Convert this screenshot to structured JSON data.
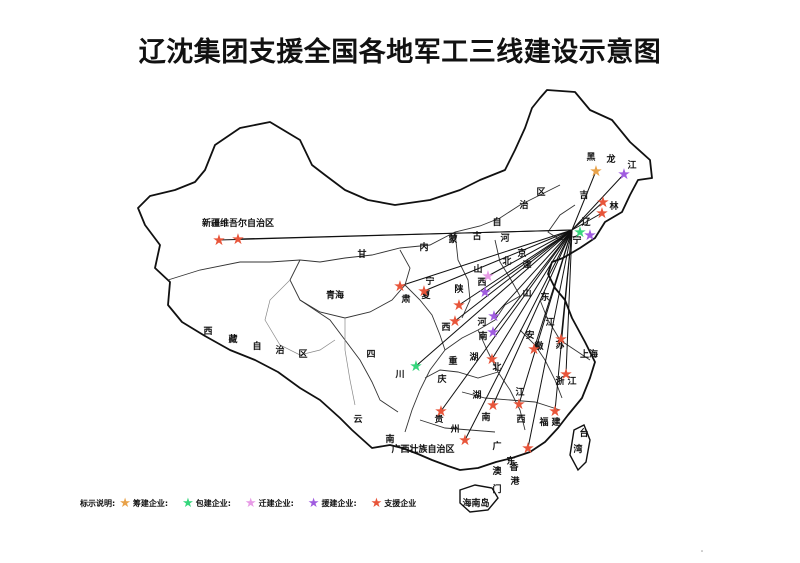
{
  "title": "辽沈集团支援全国各地军工三线建设示意图",
  "colors": {
    "orange": "#e8a24a",
    "green": "#36d67c",
    "pink": "#e79be6",
    "purple": "#a05ce0",
    "red": "#e8553a"
  },
  "legend": {
    "prefix": "标示说明:",
    "items": [
      {
        "label": "筹建企业",
        "color": "#e8a24a"
      },
      {
        "label": "包建企业",
        "color": "#36d67c"
      },
      {
        "label": "迁建企业",
        "color": "#e79be6"
      },
      {
        "label": "援建企业",
        "color": "#a05ce0"
      },
      {
        "label": "支援企业",
        "color": "#e8553a"
      }
    ]
  },
  "labels": [
    {
      "id": "heilongjiang-hei",
      "text": "黑"
    },
    {
      "id": "heilongjiang-long",
      "text": "龙"
    },
    {
      "id": "heilongjiang-jiang",
      "text": "江"
    },
    {
      "id": "jilin-ji",
      "text": "吉"
    },
    {
      "id": "jilin-lin",
      "text": "林"
    },
    {
      "id": "liaoning-liao",
      "text": "辽"
    },
    {
      "id": "liaoning-ning",
      "text": "宁"
    },
    {
      "id": "neimenggu-nei",
      "text": "内"
    },
    {
      "id": "neimenggu-meng",
      "text": "蒙"
    },
    {
      "id": "neimenggu-gu",
      "text": "古"
    },
    {
      "id": "neimenggu-zi",
      "text": "自"
    },
    {
      "id": "neimenggu-zhi",
      "text": "治"
    },
    {
      "id": "neimenggu-qu",
      "text": "区"
    },
    {
      "id": "xinjiang",
      "text": "新疆维吾尔自治区"
    },
    {
      "id": "gansu-gan",
      "text": "甘"
    },
    {
      "id": "gansu-su",
      "text": "肃"
    },
    {
      "id": "qinghai",
      "text": "青海"
    },
    {
      "id": "ningxia-ning",
      "text": "宁"
    },
    {
      "id": "ningxia-xia",
      "text": "夏"
    },
    {
      "id": "xizang-xi",
      "text": "西"
    },
    {
      "id": "xizang-zang",
      "text": "藏"
    },
    {
      "id": "xizang-zi",
      "text": "自"
    },
    {
      "id": "xizang-zhi",
      "text": "治"
    },
    {
      "id": "xizang-qu",
      "text": "区"
    },
    {
      "id": "sichuan-si",
      "text": "四"
    },
    {
      "id": "sichuan-chuan",
      "text": "川"
    },
    {
      "id": "yunnan-yun",
      "text": "云"
    },
    {
      "id": "yunnan-nan",
      "text": "南"
    },
    {
      "id": "shaanxi-shan",
      "text": "陕"
    },
    {
      "id": "shaanxi-xi",
      "text": "西"
    },
    {
      "id": "shanxi-shan",
      "text": "山"
    },
    {
      "id": "shanxi-xi",
      "text": "西"
    },
    {
      "id": "hebei-he",
      "text": "河"
    },
    {
      "id": "hebei-bei",
      "text": "北"
    },
    {
      "id": "beijing",
      "text": "京"
    },
    {
      "id": "tianjin",
      "text": "津"
    },
    {
      "id": "shandong-shan",
      "text": "山"
    },
    {
      "id": "shandong-dong",
      "text": "东"
    },
    {
      "id": "henan-he",
      "text": "河"
    },
    {
      "id": "henan-nan",
      "text": "南"
    },
    {
      "id": "hubei-hu",
      "text": "湖"
    },
    {
      "id": "hubei-bei",
      "text": "北"
    },
    {
      "id": "chongqing-chong",
      "text": "重"
    },
    {
      "id": "chongqing-qing",
      "text": "庆"
    },
    {
      "id": "guizhou-gui",
      "text": "贵"
    },
    {
      "id": "guizhou-zhou",
      "text": "州"
    },
    {
      "id": "hunan-hu",
      "text": "湖"
    },
    {
      "id": "hunan-nan",
      "text": "南"
    },
    {
      "id": "anhui-an",
      "text": "安"
    },
    {
      "id": "anhui-hui",
      "text": "徽"
    },
    {
      "id": "jiangsu-jiang",
      "text": "江"
    },
    {
      "id": "jiangsu-su",
      "text": "苏"
    },
    {
      "id": "shanghai",
      "text": "上海"
    },
    {
      "id": "zhejiang-zhe",
      "text": "浙"
    },
    {
      "id": "zhejiang-jiang",
      "text": "江"
    },
    {
      "id": "jiangxi-jiang",
      "text": "江"
    },
    {
      "id": "jiangxi-xi",
      "text": "西"
    },
    {
      "id": "fujian-fu",
      "text": "福"
    },
    {
      "id": "fujian-jian",
      "text": "建"
    },
    {
      "id": "taiwan-tai",
      "text": "台"
    },
    {
      "id": "taiwan-wan",
      "text": "湾"
    },
    {
      "id": "guangxi",
      "text": "广西壮族自治区"
    },
    {
      "id": "guangdong-guang",
      "text": "广"
    },
    {
      "id": "guangdong-dong",
      "text": "东"
    },
    {
      "id": "xianggang-xiang",
      "text": "香"
    },
    {
      "id": "xianggang-gang",
      "text": "港"
    },
    {
      "id": "aomen-ao",
      "text": "澳"
    },
    {
      "id": "aomen-men",
      "text": "门"
    },
    {
      "id": "hainan",
      "text": "海南岛"
    }
  ],
  "markers": [
    {
      "id": "m-heilong-orange",
      "type": "orange"
    },
    {
      "id": "m-heilong-purple",
      "type": "purple"
    },
    {
      "id": "m-jilin-red1",
      "type": "red"
    },
    {
      "id": "m-jilin-red2",
      "type": "red"
    },
    {
      "id": "m-liaoning-green",
      "type": "green"
    },
    {
      "id": "m-liaoning-purple",
      "type": "purple"
    },
    {
      "id": "m-xinjiang-red1",
      "type": "red"
    },
    {
      "id": "m-xinjiang-red2",
      "type": "red"
    },
    {
      "id": "m-gansu-red",
      "type": "red"
    },
    {
      "id": "m-ningxia-red",
      "type": "red"
    },
    {
      "id": "m-shanxi-pink",
      "type": "pink"
    },
    {
      "id": "m-shanxi-purple",
      "type": "purple"
    },
    {
      "id": "m-shaanxi-red1",
      "type": "red"
    },
    {
      "id": "m-shaanxi-red2",
      "type": "red"
    },
    {
      "id": "m-henan-purple1",
      "type": "purple"
    },
    {
      "id": "m-henan-purple2",
      "type": "purple"
    },
    {
      "id": "m-sichuan-green",
      "type": "green"
    },
    {
      "id": "m-hubei-red",
      "type": "red"
    },
    {
      "id": "m-anhui-red",
      "type": "red"
    },
    {
      "id": "m-jiangsu-red",
      "type": "red"
    },
    {
      "id": "m-zhejiang-red",
      "type": "red"
    },
    {
      "id": "m-guizhou-red",
      "type": "red"
    },
    {
      "id": "m-hunan-red",
      "type": "red"
    },
    {
      "id": "m-jiangxi-red",
      "type": "red"
    },
    {
      "id": "m-fujian-red",
      "type": "red"
    },
    {
      "id": "m-guangxi-red",
      "type": "red"
    },
    {
      "id": "m-guangdong-red",
      "type": "red"
    }
  ]
}
